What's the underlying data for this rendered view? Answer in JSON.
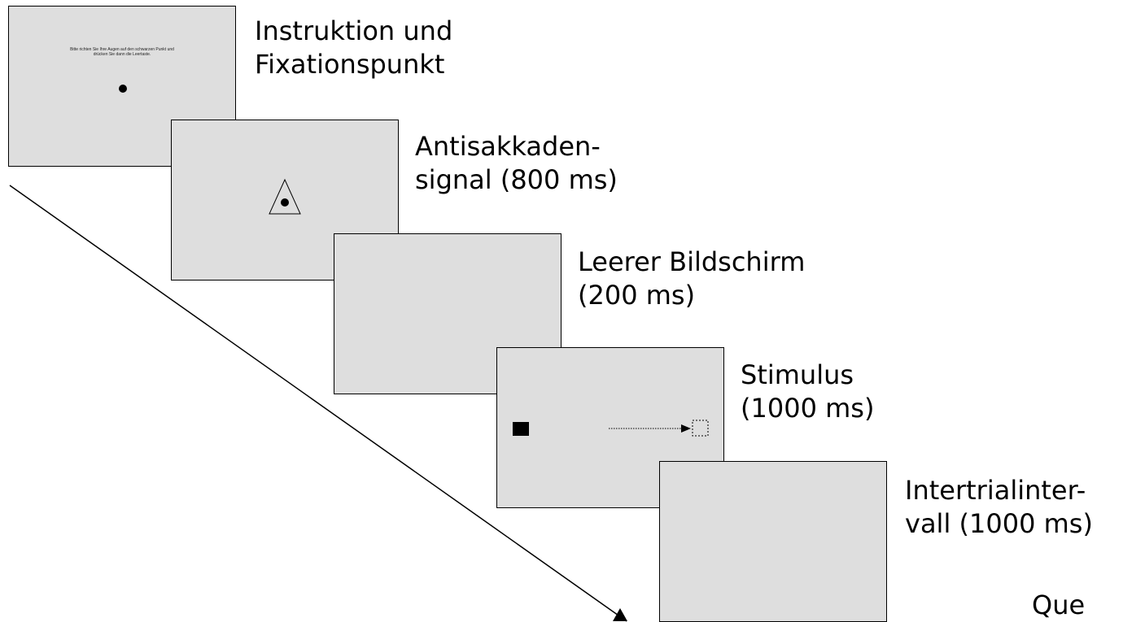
{
  "screens": [
    {
      "label_lines": [
        "Instruktion und",
        "Fixationspunkt"
      ],
      "instruction_lines": [
        "Bitte richten Sie Ihre Augen auf den schwarzen Punkt und",
        "drücken Sie dann die Leertaste."
      ]
    },
    {
      "label_lines": [
        "Antisakkaden-",
        "signal (800 ms)"
      ]
    },
    {
      "label_lines": [
        "Leerer Bildschirm",
        "(200 ms)"
      ]
    },
    {
      "label_lines": [
        "Stimulus",
        "(1000 ms)"
      ]
    },
    {
      "label_lines": [
        "Intertrialinter-",
        "vall (1000 ms)"
      ]
    }
  ],
  "source_label": "Que",
  "icons": [
    "fixation-dot-icon",
    "triangle-cue-icon",
    "stimulus-square-icon",
    "target-outline-icon",
    "dotted-arrow-icon",
    "time-arrow-icon"
  ]
}
